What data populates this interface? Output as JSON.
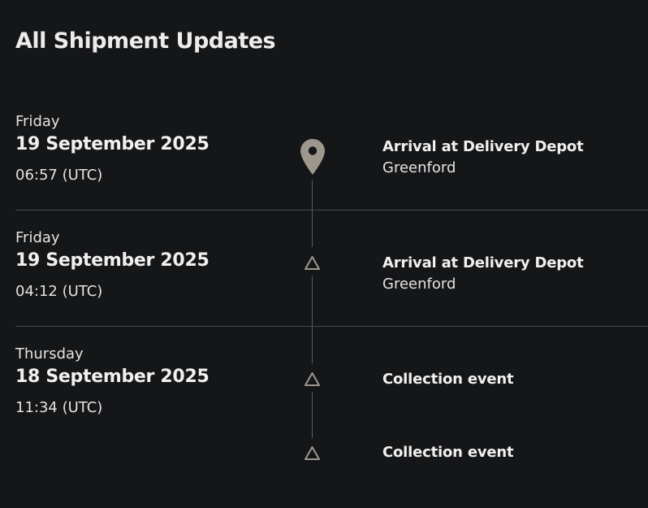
{
  "page": {
    "title": "All Shipment Updates"
  },
  "updates": [
    {
      "weekday": "Friday",
      "date": "19 September 2025",
      "time": "06:57 (UTC)",
      "event": "Arrival at Delivery Depot",
      "location": "Greenford",
      "marker": "location-pin-icon"
    },
    {
      "weekday": "Friday",
      "date": "19 September 2025",
      "time": "04:12 (UTC)",
      "event": "Arrival at Delivery Depot",
      "location": "Greenford",
      "marker": "triangle-icon"
    },
    {
      "weekday": "Thursday",
      "date": "18 September 2025",
      "time": "11:34 (UTC)",
      "event": "Collection event",
      "location": "",
      "marker": "triangle-icon"
    },
    {
      "weekday": "",
      "date": "",
      "time": "",
      "event": "Collection event",
      "location": "",
      "marker": "triangle-icon"
    }
  ],
  "colors": {
    "background": "#151618",
    "text": "#ececec",
    "marker": "#9e978d",
    "divider": "#4a4b4e"
  }
}
